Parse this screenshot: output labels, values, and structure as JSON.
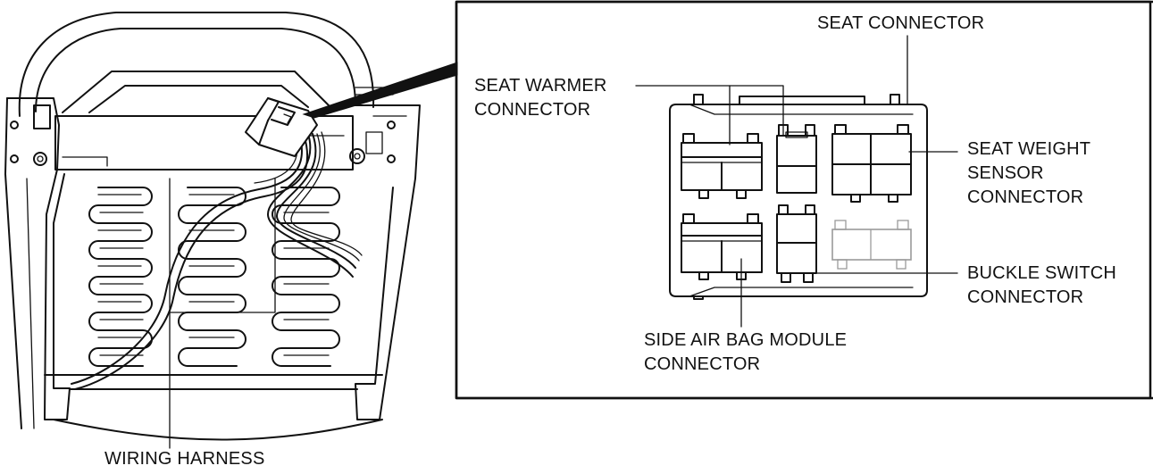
{
  "labels": {
    "wiring_harness": "WIRING HARNESS",
    "seat_connector": "SEAT CONNECTOR",
    "seat_warmer_line1": "SEAT WARMER",
    "seat_warmer_line2": "CONNECTOR",
    "seat_weight_line1": "SEAT WEIGHT",
    "seat_weight_line2": "SENSOR",
    "seat_weight_line3": "CONNECTOR",
    "buckle_switch_line1": "BUCKLE SWITCH",
    "buckle_switch_line2": "CONNECTOR",
    "side_air_bag_line1": "SIDE AIR BAG MODULE",
    "side_air_bag_line2": "CONNECTOR"
  }
}
